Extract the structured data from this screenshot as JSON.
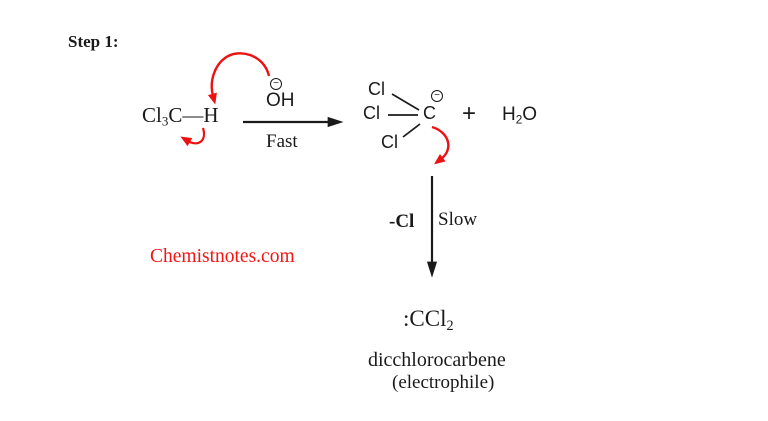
{
  "colors": {
    "arrow_red": "#ed1111",
    "watermark_red": "#f41414",
    "ink": "#1a1a1a"
  },
  "step": {
    "label": "Step 1:"
  },
  "watermark": {
    "text": "Chemistnotes.com"
  },
  "reactant": {
    "cl": "Cl",
    "cl_sub": "3",
    "c": "C",
    "bond": "—",
    "h": "H"
  },
  "hydroxide": {
    "charge": "−",
    "label": "OH"
  },
  "forward": {
    "rate": "Fast"
  },
  "carbanion": {
    "cl_top": "Cl",
    "cl_mid": "Cl",
    "cl_bottom": "Cl",
    "c": "C",
    "charge": "−"
  },
  "plus_sign": "+",
  "water": {
    "h": "H",
    "sub": "2",
    "o": "O"
  },
  "down": {
    "leaving": "-Cl",
    "rate": "Slow"
  },
  "product": {
    "lone_pair": ":",
    "formula": "CCl",
    "sub": "2",
    "name": "dicchlorocarbene",
    "role": "(electrophile)"
  }
}
